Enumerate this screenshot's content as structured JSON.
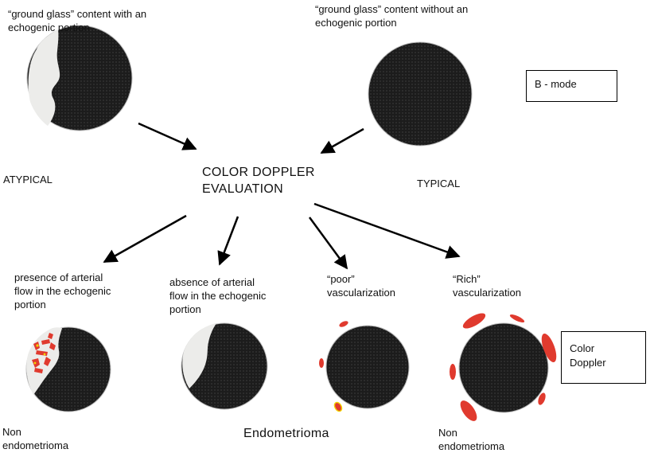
{
  "top": {
    "atypical_desc": "“ground glass” content with an\nechogenic portion",
    "typical_desc": "“ground glass” content without an\nechogenic portion",
    "atypical_label": "ATYPICAL",
    "typical_label": "TYPICAL",
    "mode_box": "B - mode"
  },
  "center": {
    "title": "COLOR DOPPLER\nEVALUATION"
  },
  "bottom": {
    "arterial_flow": "presence of arterial\nflow in the echogenic\nportion",
    "no_arterial_flow": "absence of arterial\nflow in the echogenic\nportion",
    "poor_vasc": "“poor”\nvascularization",
    "rich_vasc": "“Rich”\nvascularization",
    "doppler_box": "Color\nDoppler",
    "non_endo_left": "Non\nendometrioma",
    "endometrioma": "Endometrioma",
    "non_endo_right": "Non\nendometrioma"
  },
  "colors": {
    "cyst_dark": "#1c1c1c",
    "echogenic": "#ececea",
    "flow_red": "#e03a2e",
    "flow_yellow": "#f2d400"
  }
}
